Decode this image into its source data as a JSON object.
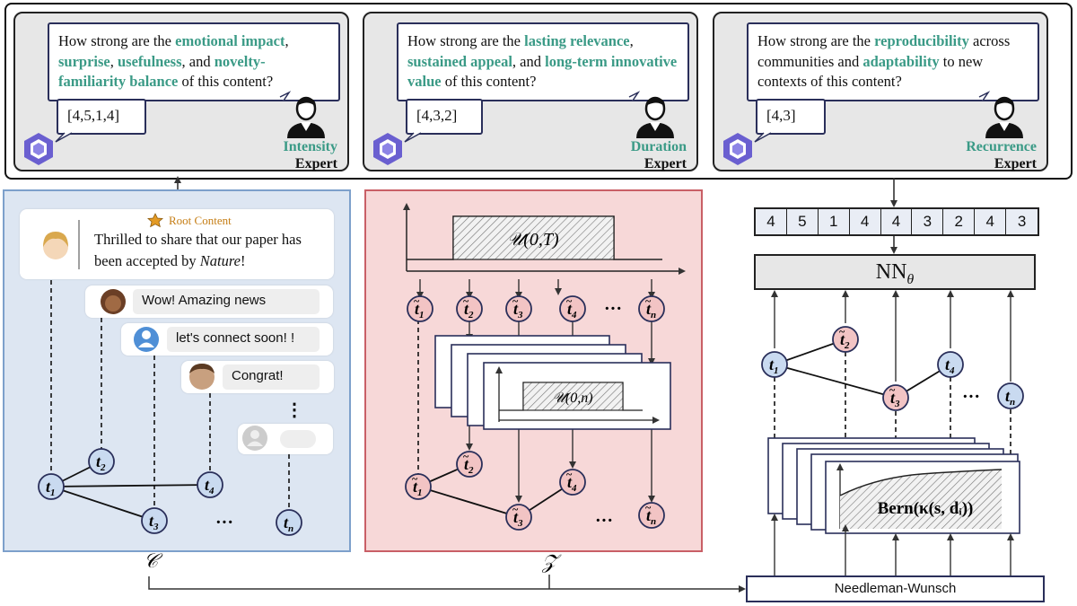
{
  "experts": [
    {
      "question_parts": [
        {
          "t": "How strong are the ",
          "h": false
        },
        {
          "t": "emotional impact",
          "h": true
        },
        {
          "t": ", ",
          "h": false
        },
        {
          "t": "surprise",
          "h": true
        },
        {
          "t": ", ",
          "h": false
        },
        {
          "t": "usefulness",
          "h": true
        },
        {
          "t": ", and ",
          "h": false
        },
        {
          "t": "novelty-familiarity balance",
          "h": true
        },
        {
          "t": " of this content?",
          "h": false
        }
      ],
      "answer": "[4,5,1,4]",
      "name": "Intensity",
      "role": "Expert"
    },
    {
      "question_parts": [
        {
          "t": "How strong are the ",
          "h": false
        },
        {
          "t": "lasting relevance",
          "h": true
        },
        {
          "t": ", ",
          "h": false
        },
        {
          "t": "sustained appeal",
          "h": true
        },
        {
          "t": ", and ",
          "h": false
        },
        {
          "t": "long-term innovative value",
          "h": true
        },
        {
          "t": " of this content?",
          "h": false
        }
      ],
      "answer": "[4,3,2]",
      "name": "Duration",
      "role": "Expert"
    },
    {
      "question_parts": [
        {
          "t": "How strong are the ",
          "h": false
        },
        {
          "t": "reproducibility",
          "h": true
        },
        {
          "t": " across communities and ",
          "h": false
        },
        {
          "t": "adaptability",
          "h": true
        },
        {
          "t": " to new contexts of this content?",
          "h": false
        }
      ],
      "answer": "[4,3]",
      "name": "Recurrence",
      "role": "Expert"
    }
  ],
  "social": {
    "root_label": "Root Content",
    "root_text_before": "Thrilled to share that our paper has been accepted by ",
    "root_text_italic": "Nature",
    "root_text_after": "!",
    "replies": [
      "Wow! Amazing news",
      "let's connect soon! !",
      "Congrat!"
    ],
    "ellipsis": "⋮",
    "panel_label": "𝒞"
  },
  "nodes": {
    "t1": "t",
    "sub1": "1",
    "sub2": "2",
    "sub3": "3",
    "sub4": "4",
    "subn": "n",
    "dots": "···"
  },
  "sampling": {
    "uniform_T": "𝒰(0,T)",
    "uniform_n": "𝒰(0,n)",
    "panel_label": "𝒵"
  },
  "scores": [
    "4",
    "5",
    "1",
    "4",
    "4",
    "3",
    "2",
    "4",
    "3"
  ],
  "nn_label": "NN",
  "nn_sub": "θ",
  "bern_label": "Bern(κ(s, dᵢ))",
  "alignment_label": "Needleman-Wunsch",
  "colors": {
    "highlight": "#3a9a86",
    "node_blue": "#c9daf0",
    "node_pink": "#f2c4c4",
    "panel_blue": "#dde6f2",
    "panel_pink": "#f7d8d8",
    "border_dark": "#2a2f5a",
    "star": "#e39a24"
  }
}
